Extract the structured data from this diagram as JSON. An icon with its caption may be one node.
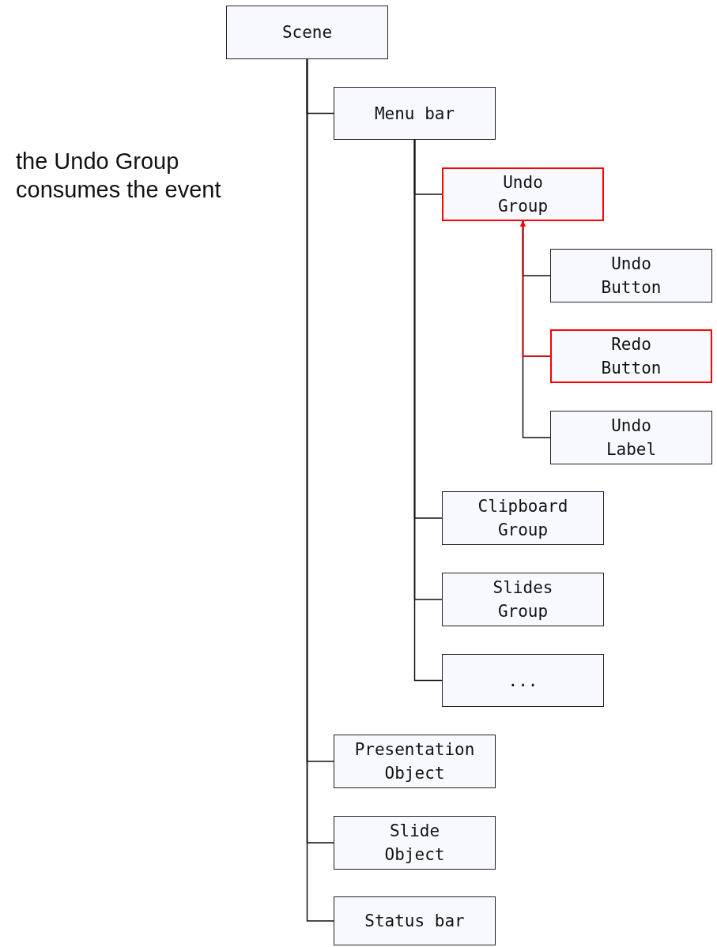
{
  "diagram": {
    "nodes": [
      {
        "text": [
          "Scene"
        ]
      },
      {
        "text": [
          "Menu bar"
        ]
      },
      {
        "text": [
          "Undo Group"
        ]
      },
      {
        "text": [
          "Undo Button"
        ]
      },
      {
        "text": [
          "Redo Button"
        ]
      },
      {
        "text": [
          "Undo Label"
        ]
      },
      {
        "text": [
          "Clipboard Group"
        ]
      },
      {
        "text": [
          "Slides Group"
        ]
      },
      {
        "text": [
          "..."
        ]
      },
      {
        "text": [
          "Presentation Object"
        ]
      },
      {
        "text": [
          "Slide Object"
        ]
      },
      {
        "text": [
          "Status bar"
        ]
      }
    ],
    "edges": [
      {
        "from": 0,
        "to": 1,
        "arrow": "none"
      },
      {
        "from": 1,
        "to": 2,
        "arrow": "none"
      },
      {
        "from": 2,
        "to": 3,
        "arrow": "none"
      },
      {
        "from": 2,
        "to": 4,
        "arrow": "none"
      },
      {
        "from": 2,
        "to": 5,
        "arrow": "none"
      },
      {
        "from": 1,
        "to": 6,
        "arrow": "none"
      },
      {
        "from": 1,
        "to": 7,
        "arrow": "none"
      },
      {
        "from": 1,
        "to": 8,
        "arrow": "none"
      },
      {
        "from": 0,
        "to": 9,
        "arrow": "none"
      },
      {
        "from": 0,
        "to": 10,
        "arrow": "none"
      },
      {
        "from": 0,
        "to": 11,
        "arrow": "none"
      },
      {
        "from": 4,
        "to": 2,
        "arrow": "to",
        "color": "#ff0000"
      }
    ],
    "labels": [
      "the Undo Group consumes the event"
    ]
  }
}
